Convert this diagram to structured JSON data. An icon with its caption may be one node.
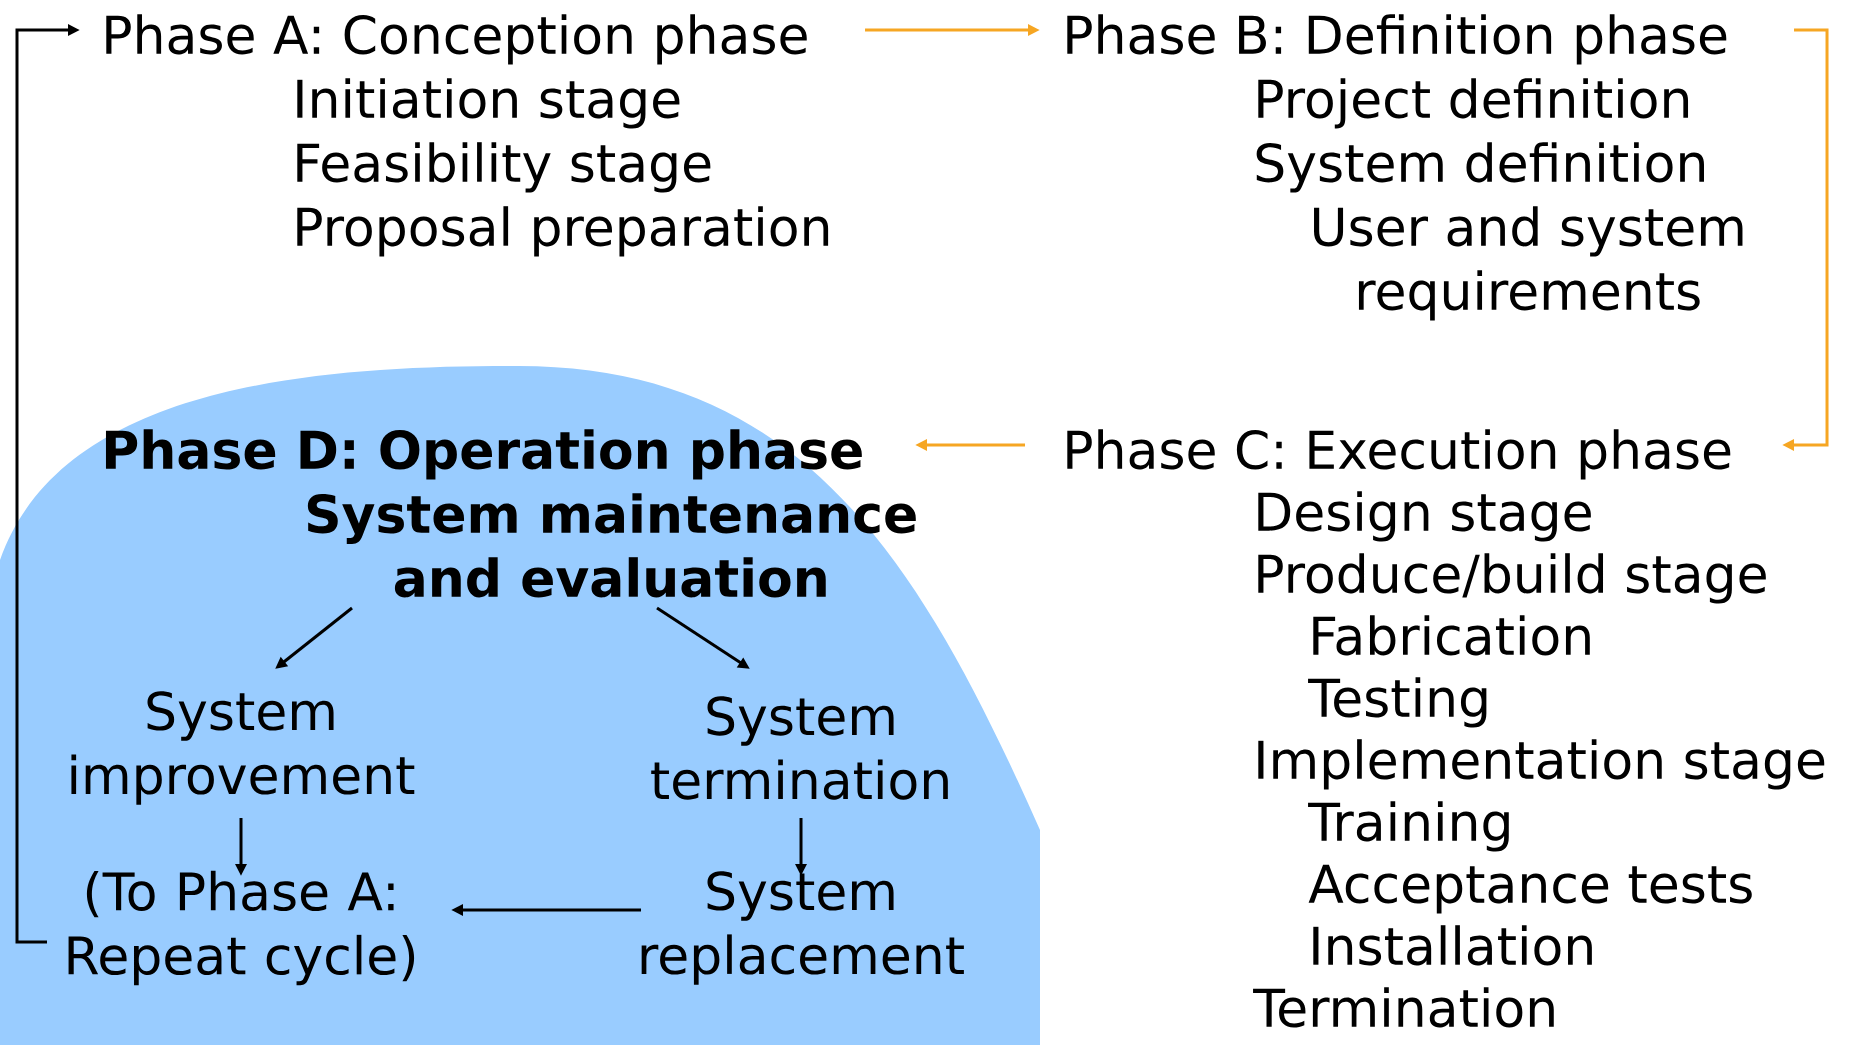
{
  "diagram": {
    "nodes": [
      {
        "text": [
          "Phase A: Conception phase",
          "Initiation stage",
          "Feasibility stage",
          "Proposal preparation"
        ]
      },
      {
        "text": [
          "Phase B: Definition phase",
          "Project definition",
          "System definition",
          "User and system requirements"
        ]
      },
      {
        "text": [
          "Phase C: Execution phase",
          "Design stage",
          "Produce/build stage",
          "Fabrication",
          "Testing",
          "Implementation stage",
          "Training",
          "Acceptance tests",
          "Installation",
          "Termination"
        ]
      },
      {
        "text": [],
        "shape": "blob"
      },
      {
        "text": [
          "Phase D: Operation phase",
          "System maintenance and evaluation"
        ],
        "in": 3
      },
      {
        "text": [
          "System improvement"
        ],
        "in": 3
      },
      {
        "text": [
          "System termination"
        ],
        "in": 3
      },
      {
        "text": [
          "(To Phase A: Repeat cycle)"
        ],
        "in": 3
      },
      {
        "text": [
          "System replacement"
        ],
        "in": 3
      }
    ],
    "edges": [
      {
        "from": 0,
        "to": 1,
        "arrow": "to",
        "color": "#f6a623"
      },
      {
        "from": 1,
        "to": 2,
        "arrow": "to",
        "color": "#f6a623"
      },
      {
        "from": 2,
        "to": 4,
        "arrow": "to",
        "color": "#f6a623"
      },
      {
        "from": 4,
        "to": 5,
        "arrow": "to"
      },
      {
        "from": 4,
        "to": 6,
        "arrow": "to"
      },
      {
        "from": 5,
        "to": 7,
        "arrow": "to"
      },
      {
        "from": 6,
        "to": 8,
        "arrow": "to"
      },
      {
        "from": 8,
        "to": 7,
        "arrow": "to"
      },
      {
        "from": 7,
        "to": 0,
        "arrow": "to"
      }
    ]
  }
}
